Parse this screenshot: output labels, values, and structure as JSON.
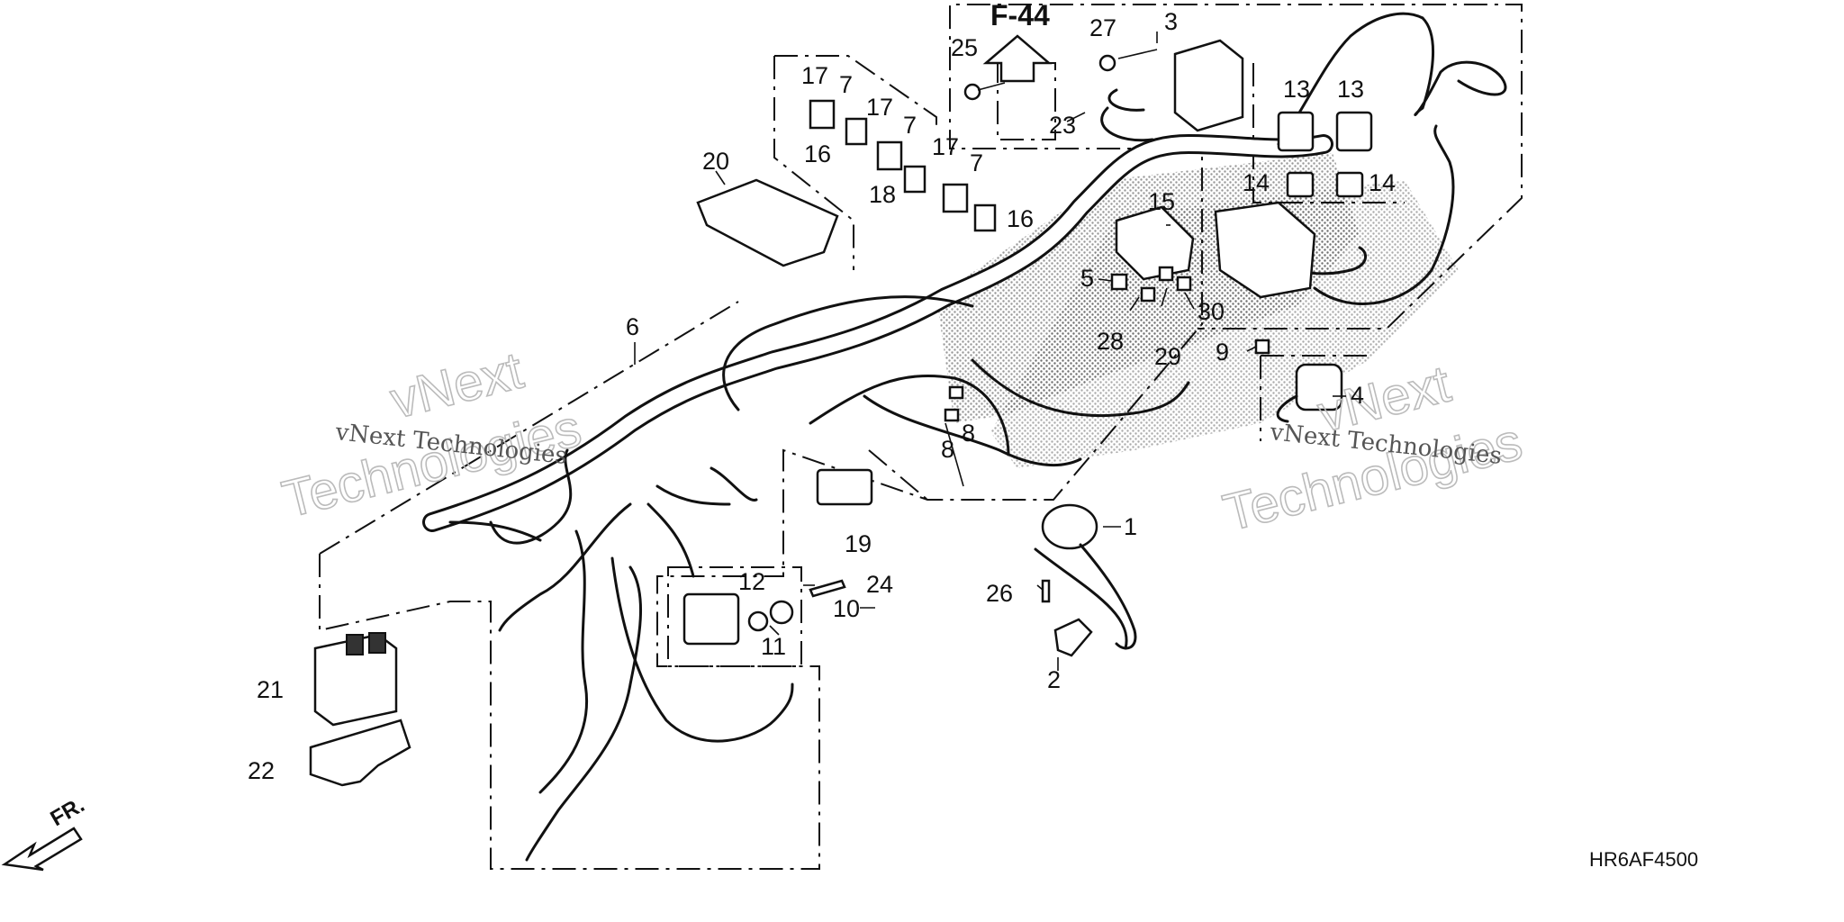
{
  "diagram": {
    "reference": "F-44",
    "diagram_code": "HR6AF4500",
    "direction_label": "FR.",
    "watermark": {
      "line1": "vNext",
      "line2": "Technologies",
      "caption": "vNext Technologies"
    },
    "callouts": [
      {
        "id": "c1",
        "label": "1"
      },
      {
        "id": "c2",
        "label": "2"
      },
      {
        "id": "c3",
        "label": "3"
      },
      {
        "id": "c4",
        "label": "4"
      },
      {
        "id": "c5",
        "label": "5"
      },
      {
        "id": "c6",
        "label": "6"
      },
      {
        "id": "c7a",
        "label": "7"
      },
      {
        "id": "c7b",
        "label": "7"
      },
      {
        "id": "c7c",
        "label": "7"
      },
      {
        "id": "c8a",
        "label": "8"
      },
      {
        "id": "c8b",
        "label": "8"
      },
      {
        "id": "c9",
        "label": "9"
      },
      {
        "id": "c10",
        "label": "10"
      },
      {
        "id": "c11",
        "label": "11"
      },
      {
        "id": "c12",
        "label": "12"
      },
      {
        "id": "c13a",
        "label": "13"
      },
      {
        "id": "c13b",
        "label": "13"
      },
      {
        "id": "c14a",
        "label": "14"
      },
      {
        "id": "c14b",
        "label": "14"
      },
      {
        "id": "c15",
        "label": "15"
      },
      {
        "id": "c16a",
        "label": "16"
      },
      {
        "id": "c16b",
        "label": "16"
      },
      {
        "id": "c17a",
        "label": "17"
      },
      {
        "id": "c17b",
        "label": "17"
      },
      {
        "id": "c17c",
        "label": "17"
      },
      {
        "id": "c18",
        "label": "18"
      },
      {
        "id": "c19",
        "label": "19"
      },
      {
        "id": "c20",
        "label": "20"
      },
      {
        "id": "c21",
        "label": "21"
      },
      {
        "id": "c22",
        "label": "22"
      },
      {
        "id": "c23",
        "label": "23"
      },
      {
        "id": "c24",
        "label": "24"
      },
      {
        "id": "c25",
        "label": "25"
      },
      {
        "id": "c26",
        "label": "26"
      },
      {
        "id": "c27",
        "label": "27"
      },
      {
        "id": "c28",
        "label": "28"
      },
      {
        "id": "c29",
        "label": "29"
      },
      {
        "id": "c30",
        "label": "30"
      }
    ]
  }
}
